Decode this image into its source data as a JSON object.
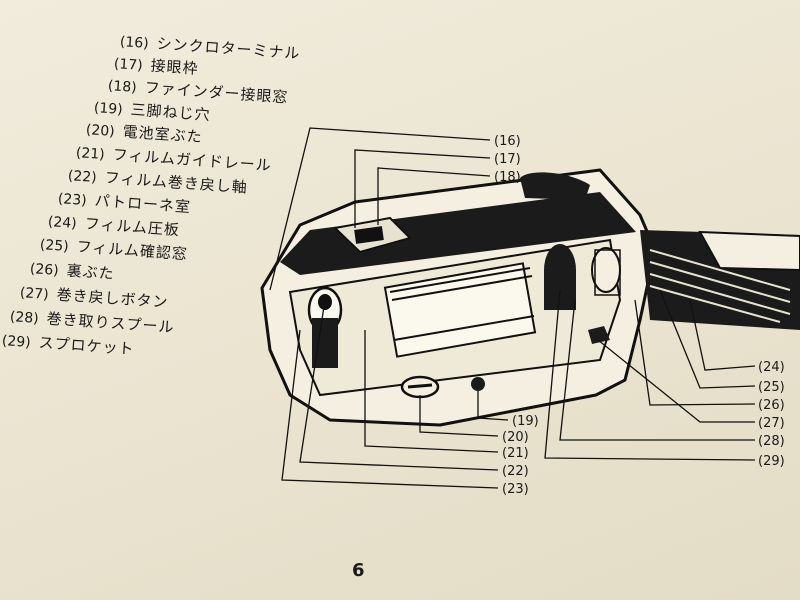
{
  "legend": [
    {
      "num": "(16)",
      "label": "シンクロターミナル"
    },
    {
      "num": "(17)",
      "label": "接眼枠"
    },
    {
      "num": "(18)",
      "label": "ファインダー接眼窓"
    },
    {
      "num": "(19)",
      "label": "三脚ねじ穴"
    },
    {
      "num": "(20)",
      "label": "電池室ぶた"
    },
    {
      "num": "(21)",
      "label": "フィルムガイドレール"
    },
    {
      "num": "(22)",
      "label": "フィルム巻き戻し軸"
    },
    {
      "num": "(23)",
      "label": "パトローネ室"
    },
    {
      "num": "(24)",
      "label": "フィルム圧板"
    },
    {
      "num": "(25)",
      "label": "フィルム確認窓"
    },
    {
      "num": "(26)",
      "label": "裏ぶた"
    },
    {
      "num": "(27)",
      "label": "巻き戻しボタン"
    },
    {
      "num": "(28)",
      "label": "巻き取りスプール"
    },
    {
      "num": "(29)",
      "label": "スプロケット"
    }
  ],
  "callouts": {
    "c16": "(16)",
    "c17": "(17)",
    "c18": "(18)",
    "c19": "(19)",
    "c20": "(20)",
    "c21": "(21)",
    "c22": "(22)",
    "c23": "(23)",
    "c24": "(24)",
    "c25": "(25)",
    "c26": "(26)",
    "c27": "(27)",
    "c28": "(28)",
    "c29": "(29)"
  },
  "page_number": "6"
}
